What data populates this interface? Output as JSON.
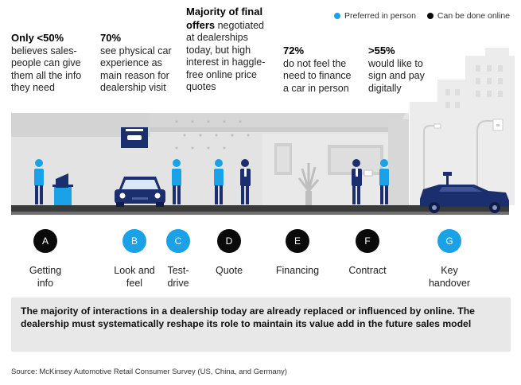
{
  "legend": {
    "preferred_in_person": {
      "label": "Preferred in person",
      "color": "#1aa1e6"
    },
    "can_be_done_online": {
      "label": "Can be done online",
      "color": "#0a0a0a"
    }
  },
  "stats": [
    {
      "bold": "Only <50%",
      "text": "believes sales-\npeople can give\nthem all the info\nthey need"
    },
    {
      "bold": "70%",
      "text": "see physical car\nexperience as\nmain reason for\ndealership visit"
    },
    {
      "bold": "Majority of final\noffers",
      "text": " negotiated\nat dealerships\ntoday, but high\ninterest in haggle-\nfree online price\nquotes"
    },
    {
      "bold": "72%",
      "text": "do not feel the\nneed to finance\na car in person"
    },
    {
      "bold": ">55%",
      "text": "would like to\nsign and pay\ndigitally"
    }
  ],
  "steps": [
    {
      "letter": "A",
      "label": "Getting\ninfo",
      "mode": "online"
    },
    {
      "letter": "B",
      "label": "Look and\nfeel",
      "mode": "in_person"
    },
    {
      "letter": "C",
      "label": "Test-\ndrive",
      "mode": "in_person"
    },
    {
      "letter": "D",
      "label": "Quote",
      "mode": "online"
    },
    {
      "letter": "E",
      "label": "Financing",
      "mode": "online"
    },
    {
      "letter": "F",
      "label": "Contract",
      "mode": "online"
    },
    {
      "letter": "G",
      "label": "Key\nhandover",
      "mode": "in_person"
    }
  ],
  "summary": "The majority of interactions in a dealership today are already replaced or influenced by online. The dealership must systematically reshape its role to maintain its value add in the future sales model",
  "source": "Source: McKinsey Automotive Retail Consumer Survey (US, China, and Germany)",
  "colors": {
    "navy": "#1b2f6e",
    "blue": "#1aa1e6",
    "building": "#e3e3e3",
    "building_dark": "#cfcfcf",
    "ground": "#3a3a3a"
  }
}
